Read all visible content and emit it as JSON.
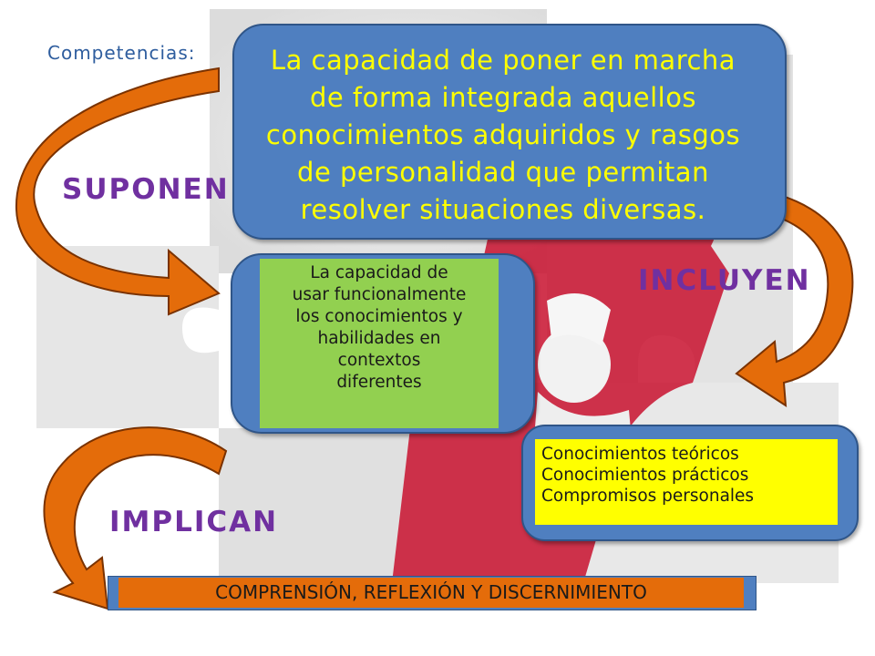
{
  "heading": "Competencias:",
  "main_definition": {
    "lines": [
      "La capacidad de poner en marcha",
      "de forma integrada aquellos",
      "conocimientos adquiridos y rasgos",
      "de personalidad que permitan",
      "resolver situaciones diversas."
    ]
  },
  "connectors": {
    "suponen": "SUPONEN",
    "incluyen": "INCLUYEN",
    "implican": "IMPLICAN"
  },
  "suponen_box": {
    "lines": [
      "La capacidad de",
      "usar funcionalmente",
      "los conocimientos y",
      "habilidades en",
      "contextos",
      "diferentes"
    ]
  },
  "incluyen_box": {
    "items": [
      "Conocimientos teóricos",
      "Conocimientos prácticos",
      "Compromisos personales"
    ]
  },
  "implican_bar": "COMPRENSIÓN, REFLEXIÓN Y DISCERNIMIENTO",
  "colors": {
    "box_blue": "#4f7fc0",
    "main_text_yellow": "#ffff00",
    "green_fill": "#92d050",
    "yellow_fill": "#ffff00",
    "arrow_orange": "#e46c0a",
    "label_purple": "#7030a0",
    "heading_blue": "#2e5d9e"
  }
}
